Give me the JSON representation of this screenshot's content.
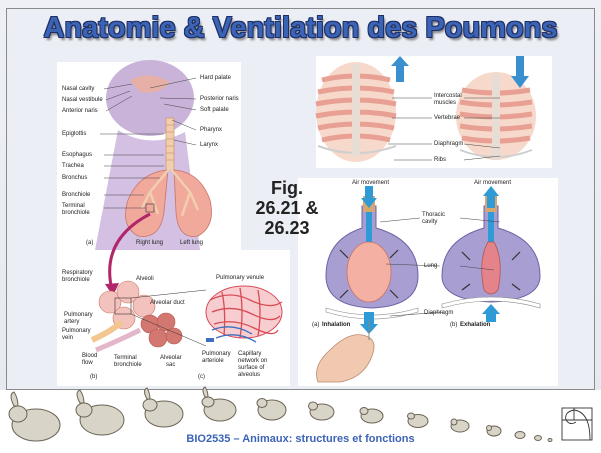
{
  "slide": {
    "title": "Anatomie & Ventilation des Poumons",
    "figure_ref": [
      "Fig.",
      "26.21 &",
      "26.23"
    ],
    "footer": "BIO2535 – Animaux: structures et fonctions"
  },
  "respiratory_labels": {
    "left": [
      "Nasal cavity",
      "Nasal vestibule",
      "Anterior naris",
      "Epiglottis",
      "Esophagus",
      "Trachea",
      "Bronchus",
      "Bronchiole",
      "Terminal",
      "bronchiole"
    ],
    "right": [
      "Hard palate",
      "Posterior naris",
      "Soft palate",
      "Pharynx",
      "Larynx"
    ],
    "lungs": [
      "Right lung",
      "Left lung"
    ],
    "panel_a": "(a)"
  },
  "alveoli_labels": {
    "items": [
      "Respiratory",
      "bronchiole",
      "Alveoli",
      "Alveolar duct",
      "Pulmonary",
      "artery",
      "Pulmonary",
      "vein",
      "Blood",
      "flow",
      "Terminal",
      "bronchiole",
      "Alveolar",
      "sac",
      "Pulmonary venule",
      "Pulmonary",
      "arteriole",
      "Capillary",
      "network on",
      "surface of",
      "alveolus"
    ],
    "panel_b": "(b)",
    "panel_c": "(c)"
  },
  "ribcage_labels": [
    "Intercostal",
    "muscles",
    "Vertebrae",
    "Diaphragm",
    "Ribs"
  ],
  "ventilation_labels": {
    "air_left": "Air movement",
    "air_right": "Air movement",
    "thoracic": [
      "Thoracic",
      "cavity"
    ],
    "lung": "Lung",
    "diaphragm": "Diaphragm",
    "inhalation_prefix": "(a)",
    "inhalation": "Inhalation",
    "exhalation_prefix": "(b)",
    "exhalation": "Exhalation"
  },
  "colors": {
    "title": "#3b63b6",
    "footer": "#3b63b6",
    "lung": "#f2b3a8",
    "arrow_blue": "#3a8fd0",
    "jar": "#9b90c8"
  },
  "icons": [
    "rabbit-icon",
    "nautilus-spiral-icon"
  ]
}
